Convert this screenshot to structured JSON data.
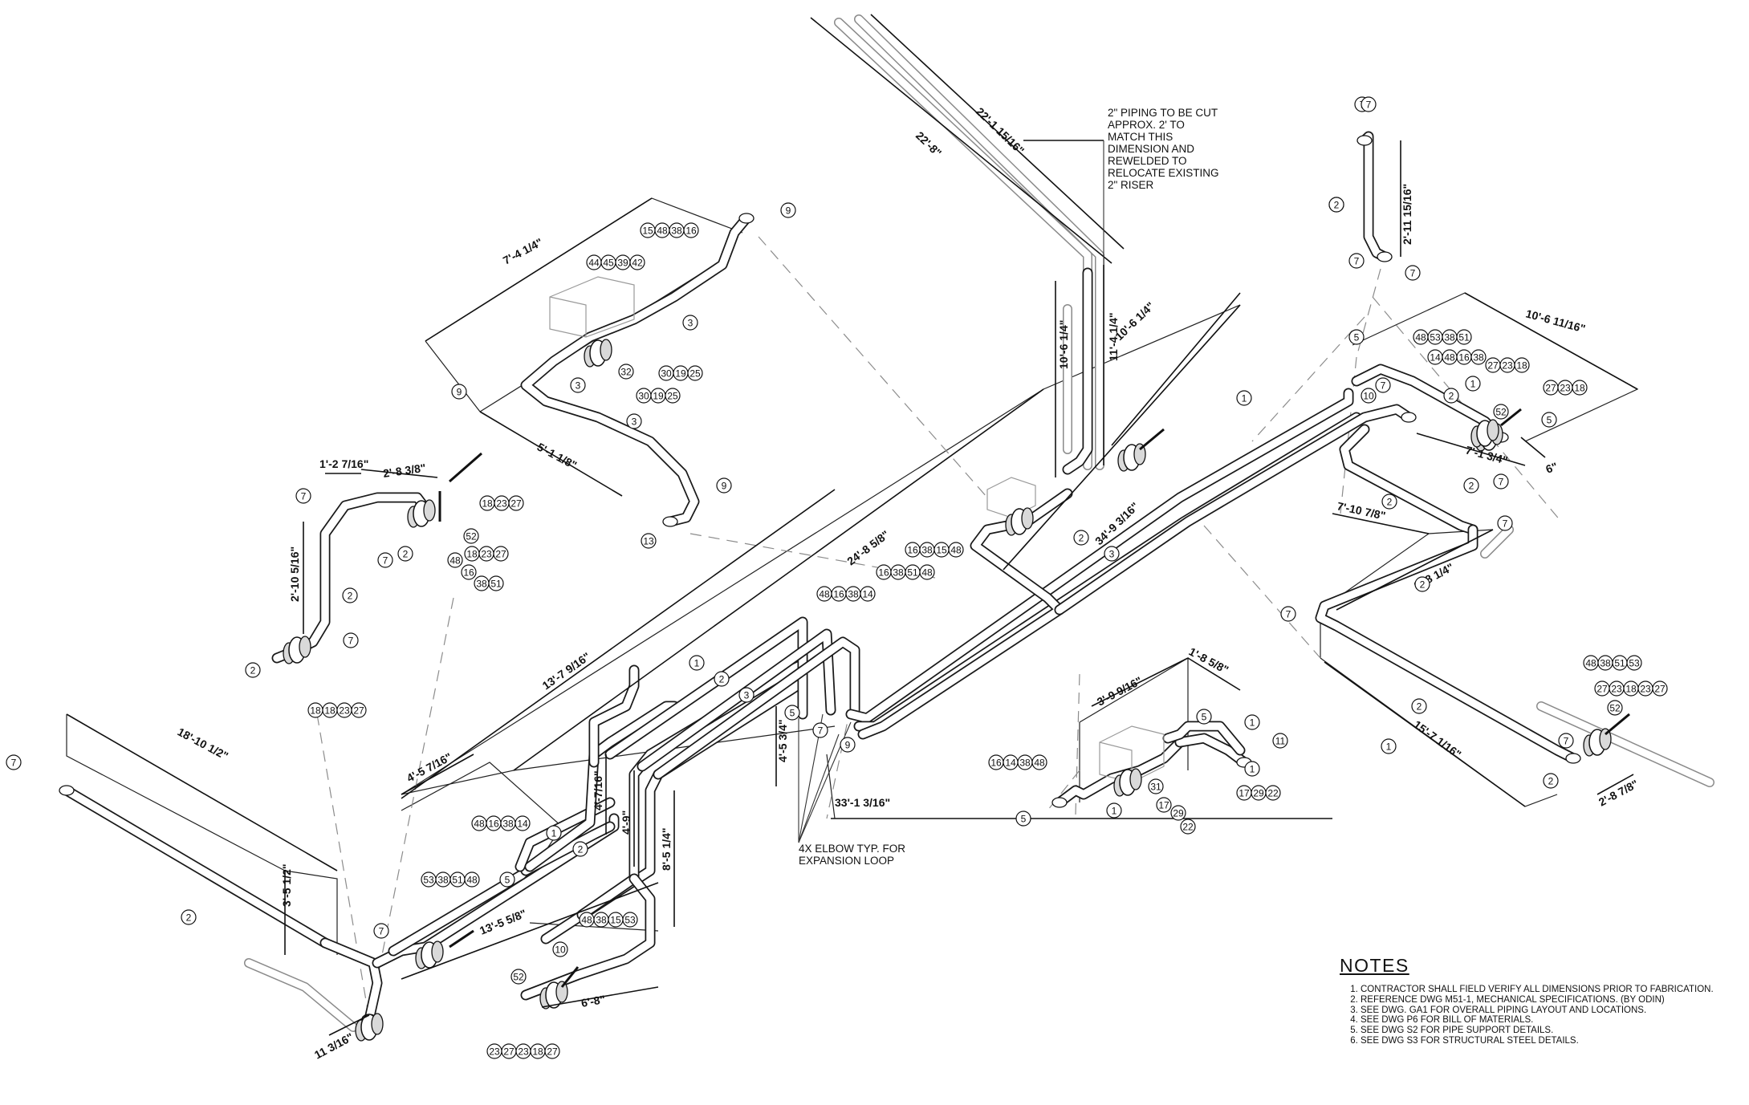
{
  "notes": {
    "title": "NOTES",
    "items": [
      "CONTRACTOR SHALL FIELD VERIFY ALL DIMENSIONS PRIOR TO FABRICATION.",
      "REFERENCE DWG M51-1, MECHANICAL SPECIFICATIONS. (BY ODIN)",
      "SEE DWG. GA1 FOR OVERALL PIPING LAYOUT AND LOCATIONS.",
      "SEE DWG P6 FOR BILL OF MATERIALS.",
      "SEE DWG S2 FOR PIPE SUPPORT DETAILS.",
      "SEE DWG S3 FOR STRUCTURAL STEEL DETAILS."
    ]
  },
  "callouts": {
    "riser": "2\" PIPING TO BE CUT\nAPPROX. 2' TO\nMATCH THIS\nDIMENSION AND\nREWELDED TO\nRELOCATE EXISTING\n2\" RISER",
    "expansion": "4X ELBOW TYP. FOR\nEXPANSION LOOP"
  },
  "dimensions": [
    {
      "id": "d1",
      "text": "22'-1 15/16\""
    },
    {
      "id": "d2",
      "text": "22'-8\""
    },
    {
      "id": "d3",
      "text": "7'-4 1/4\""
    },
    {
      "id": "d4",
      "text": "5'-1 1/8\""
    },
    {
      "id": "d5",
      "text": "1'-2 7/16\""
    },
    {
      "id": "d6",
      "text": "2'-8 3/8\""
    },
    {
      "id": "d7",
      "text": "2'-10 5/16\""
    },
    {
      "id": "d8",
      "text": "10'-6 1/4\""
    },
    {
      "id": "d9",
      "text": "11'-4 1/4\""
    },
    {
      "id": "d10",
      "text": "10'-6 1/4\""
    },
    {
      "id": "d11",
      "text": "24'-8 5/8\""
    },
    {
      "id": "d12",
      "text": "34'-9 3/16\""
    },
    {
      "id": "d13",
      "text": "13'-7 9/16\""
    },
    {
      "id": "d14",
      "text": "4'-5 7/16\""
    },
    {
      "id": "d15",
      "text": "4'-5 3/4\""
    },
    {
      "id": "d16",
      "text": "4'-7/16\""
    },
    {
      "id": "d17",
      "text": "4'-9\""
    },
    {
      "id": "d18",
      "text": "8'-5 1/4\""
    },
    {
      "id": "d19",
      "text": "33'-1 3/16\""
    },
    {
      "id": "d20",
      "text": "18'-10 1/2\""
    },
    {
      "id": "d21",
      "text": "3'-5 1/2\""
    },
    {
      "id": "d22",
      "text": "13'-5 5/8\""
    },
    {
      "id": "d23",
      "text": "6'-8\""
    },
    {
      "id": "d24",
      "text": "11 3/16\""
    },
    {
      "id": "d25",
      "text": "2'-11 15/16\""
    },
    {
      "id": "d26",
      "text": "10'-6 11/16\""
    },
    {
      "id": "d27",
      "text": "7'-1 3/4\""
    },
    {
      "id": "d28",
      "text": "7'-10 7/8\""
    },
    {
      "id": "d29",
      "text": "9'-8 1/4\""
    },
    {
      "id": "d30",
      "text": "15'-7 1/16\""
    },
    {
      "id": "d31",
      "text": "2'-8 7/8\""
    },
    {
      "id": "d32",
      "text": "3'-9 9/16\""
    },
    {
      "id": "d33",
      "text": "1'-8 5/8\""
    },
    {
      "id": "d34",
      "text": "6\""
    }
  ],
  "balloons": [
    {
      "id": "b1",
      "v": "7"
    },
    {
      "id": "b2",
      "v": "2"
    },
    {
      "id": "b3",
      "v": "7"
    },
    {
      "id": "b4",
      "v": "15"
    },
    {
      "id": "b5",
      "v": "48"
    },
    {
      "id": "b6",
      "v": "38"
    },
    {
      "id": "b7",
      "v": "16"
    },
    {
      "id": "b8",
      "v": "9"
    },
    {
      "id": "b9",
      "v": "44"
    },
    {
      "id": "b10",
      "v": "45"
    },
    {
      "id": "b11",
      "v": "39"
    },
    {
      "id": "b12",
      "v": "42"
    },
    {
      "id": "b13",
      "v": "3"
    },
    {
      "id": "b14",
      "v": "32"
    },
    {
      "id": "b15",
      "v": "30"
    },
    {
      "id": "b16",
      "v": "19"
    },
    {
      "id": "b17",
      "v": "25"
    },
    {
      "id": "b18",
      "v": "9"
    },
    {
      "id": "b19",
      "v": "3"
    },
    {
      "id": "b20",
      "v": "30"
    },
    {
      "id": "b21",
      "v": "19"
    },
    {
      "id": "b22",
      "v": "25"
    },
    {
      "id": "b23",
      "v": "3"
    },
    {
      "id": "b24",
      "v": "9"
    },
    {
      "id": "b25",
      "v": "13"
    },
    {
      "id": "b26",
      "v": "7"
    },
    {
      "id": "b27",
      "v": "18"
    },
    {
      "id": "b28",
      "v": "23"
    },
    {
      "id": "b29",
      "v": "27"
    },
    {
      "id": "b30",
      "v": "52"
    },
    {
      "id": "b31",
      "v": "18"
    },
    {
      "id": "b32",
      "v": "23"
    },
    {
      "id": "b33",
      "v": "27"
    },
    {
      "id": "b34",
      "v": "7"
    },
    {
      "id": "b35",
      "v": "2"
    },
    {
      "id": "b36",
      "v": "48"
    },
    {
      "id": "b37",
      "v": "16"
    },
    {
      "id": "b38",
      "v": "38"
    },
    {
      "id": "b39",
      "v": "51"
    },
    {
      "id": "b40",
      "v": "2"
    },
    {
      "id": "b41",
      "v": "7"
    },
    {
      "id": "b42",
      "v": "2"
    },
    {
      "id": "b43",
      "v": "18"
    },
    {
      "id": "b44",
      "v": "18"
    },
    {
      "id": "b45",
      "v": "23"
    },
    {
      "id": "b46",
      "v": "27"
    },
    {
      "id": "b47",
      "v": "1"
    },
    {
      "id": "b48",
      "v": "2"
    },
    {
      "id": "b49",
      "v": "3"
    },
    {
      "id": "b50",
      "v": "16"
    },
    {
      "id": "b51",
      "v": "38"
    },
    {
      "id": "b52",
      "v": "15"
    },
    {
      "id": "b53",
      "v": "48"
    },
    {
      "id": "b54",
      "v": "16"
    },
    {
      "id": "b55",
      "v": "38"
    },
    {
      "id": "b56",
      "v": "51"
    },
    {
      "id": "b57",
      "v": "48"
    },
    {
      "id": "b58",
      "v": "48"
    },
    {
      "id": "b59",
      "v": "16"
    },
    {
      "id": "b60",
      "v": "38"
    },
    {
      "id": "b61",
      "v": "14"
    },
    {
      "id": "b62",
      "v": "1"
    },
    {
      "id": "b63",
      "v": "2"
    },
    {
      "id": "b64",
      "v": "3"
    },
    {
      "id": "b65",
      "v": "5"
    },
    {
      "id": "b66",
      "v": "7"
    },
    {
      "id": "b67",
      "v": "9"
    },
    {
      "id": "b68",
      "v": "48"
    },
    {
      "id": "b69",
      "v": "16"
    },
    {
      "id": "b70",
      "v": "38"
    },
    {
      "id": "b71",
      "v": "14"
    },
    {
      "id": "b72",
      "v": "1"
    },
    {
      "id": "b73",
      "v": "2"
    },
    {
      "id": "b74",
      "v": "5"
    },
    {
      "id": "b75",
      "v": "7"
    },
    {
      "id": "b76",
      "v": "2"
    },
    {
      "id": "b77",
      "v": "7"
    },
    {
      "id": "b78",
      "v": "53"
    },
    {
      "id": "b79",
      "v": "38"
    },
    {
      "id": "b80",
      "v": "51"
    },
    {
      "id": "b81",
      "v": "48"
    },
    {
      "id": "b82",
      "v": "48"
    },
    {
      "id": "b83",
      "v": "38"
    },
    {
      "id": "b84",
      "v": "15"
    },
    {
      "id": "b85",
      "v": "53"
    },
    {
      "id": "b86",
      "v": "10"
    },
    {
      "id": "b87",
      "v": "52"
    },
    {
      "id": "b88",
      "v": "23"
    },
    {
      "id": "b89",
      "v": "27"
    },
    {
      "id": "b90",
      "v": "23"
    },
    {
      "id": "b91",
      "v": "18"
    },
    {
      "id": "b92",
      "v": "27"
    },
    {
      "id": "b93",
      "v": "7"
    },
    {
      "id": "b94",
      "v": "2"
    },
    {
      "id": "b95",
      "v": "7"
    },
    {
      "id": "b96",
      "v": "5"
    },
    {
      "id": "b97",
      "v": "48"
    },
    {
      "id": "b98",
      "v": "53"
    },
    {
      "id": "b99",
      "v": "38"
    },
    {
      "id": "b100",
      "v": "51"
    },
    {
      "id": "b101",
      "v": "14"
    },
    {
      "id": "b102",
      "v": "48"
    },
    {
      "id": "b103",
      "v": "16"
    },
    {
      "id": "b104",
      "v": "38"
    },
    {
      "id": "b105",
      "v": "27"
    },
    {
      "id": "b106",
      "v": "23"
    },
    {
      "id": "b107",
      "v": "18"
    },
    {
      "id": "b108",
      "v": "27"
    },
    {
      "id": "b109",
      "v": "23"
    },
    {
      "id": "b110",
      "v": "18"
    },
    {
      "id": "b111",
      "v": "7"
    },
    {
      "id": "b112",
      "v": "10"
    },
    {
      "id": "b113",
      "v": "2"
    },
    {
      "id": "b114",
      "v": "1"
    },
    {
      "id": "b115",
      "v": "52"
    },
    {
      "id": "b116",
      "v": "5"
    },
    {
      "id": "b117",
      "v": "2"
    },
    {
      "id": "b118",
      "v": "7"
    },
    {
      "id": "b119",
      "v": "2"
    },
    {
      "id": "b120",
      "v": "7"
    },
    {
      "id": "b121",
      "v": "7"
    },
    {
      "id": "b122",
      "v": "2"
    },
    {
      "id": "b123",
      "v": "2"
    },
    {
      "id": "b124",
      "v": "7"
    },
    {
      "id": "b125",
      "v": "2"
    },
    {
      "id": "b126",
      "v": "48"
    },
    {
      "id": "b127",
      "v": "38"
    },
    {
      "id": "b128",
      "v": "51"
    },
    {
      "id": "b129",
      "v": "53"
    },
    {
      "id": "b130",
      "v": "27"
    },
    {
      "id": "b131",
      "v": "23"
    },
    {
      "id": "b132",
      "v": "18"
    },
    {
      "id": "b133",
      "v": "23"
    },
    {
      "id": "b134",
      "v": "27"
    },
    {
      "id": "b135",
      "v": "52"
    },
    {
      "id": "b136",
      "v": "5"
    },
    {
      "id": "b137",
      "v": "1"
    },
    {
      "id": "b138",
      "v": "11"
    },
    {
      "id": "b139",
      "v": "1"
    },
    {
      "id": "b140",
      "v": "16"
    },
    {
      "id": "b141",
      "v": "14"
    },
    {
      "id": "b142",
      "v": "38"
    },
    {
      "id": "b143",
      "v": "48"
    },
    {
      "id": "b144",
      "v": "31"
    },
    {
      "id": "b145",
      "v": "17"
    },
    {
      "id": "b146",
      "v": "29"
    },
    {
      "id": "b147",
      "v": "22"
    },
    {
      "id": "b148",
      "v": "17"
    },
    {
      "id": "b149",
      "v": "29"
    },
    {
      "id": "b150",
      "v": "22"
    },
    {
      "id": "b151",
      "v": "5"
    },
    {
      "id": "b152",
      "v": "1"
    },
    {
      "id": "b153",
      "v": "1"
    }
  ]
}
